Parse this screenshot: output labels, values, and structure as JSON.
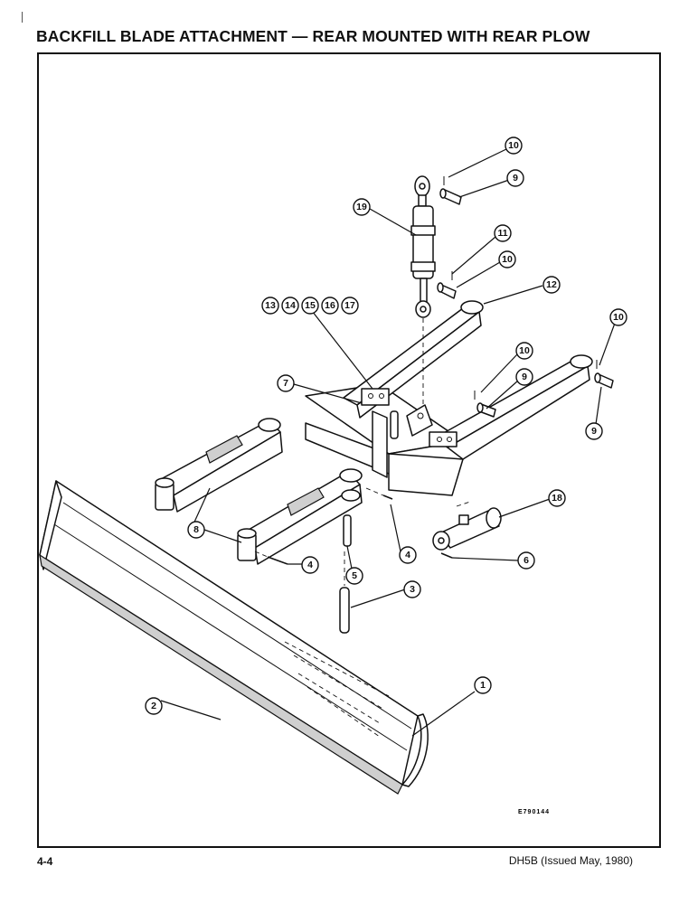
{
  "page": {
    "title": "BACKFILL BLADE ATTACHMENT — REAR MOUNTED WITH REAR PLOW",
    "page_number": "4-4",
    "document_ref": "DH5B (Issued May, 1980)",
    "drawing_code": "E790144"
  },
  "callouts": {
    "c1": "1",
    "c2": "2",
    "c3": "3",
    "c4a": "4",
    "c4b": "4",
    "c5": "5",
    "c6": "6",
    "c7": "7",
    "c8": "8",
    "c9a": "9",
    "c9b": "9",
    "c9c": "9",
    "c10a": "10",
    "c10b": "10",
    "c10c": "10",
    "c10d": "10",
    "c11": "11",
    "c12": "12",
    "c13": "13",
    "c14": "14",
    "c15": "15",
    "c16": "16",
    "c17": "17",
    "c18": "18",
    "c19": "19"
  }
}
